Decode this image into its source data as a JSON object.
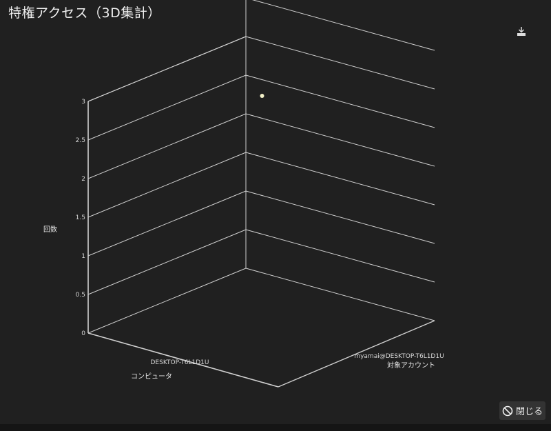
{
  "page": {
    "title": "特権アクセス（3D集計）"
  },
  "toolbar": {
    "download_icon": "download-icon"
  },
  "dialog": {
    "close_label": "閉じる",
    "close_icon": "no-entry-icon"
  },
  "colors": {
    "background": "#202020",
    "grid": "#d0d0d0",
    "point": "#f2f0c8"
  },
  "chart_data": {
    "type": "scatter3d",
    "title": "特権アクセス（3D集計）",
    "xlabel": "コンピュータ",
    "ylabel": "対象アカウント",
    "zlabel": "回数",
    "x_categories": [
      "DESKTOP-T6L1D1U"
    ],
    "y_categories": [
      "myamai@DESKTOP-T6L1D1U"
    ],
    "z_ticks": [
      0,
      0.5,
      1,
      1.5,
      2,
      2.5,
      3
    ],
    "zlim": [
      0,
      3
    ],
    "points": [
      {
        "x": "DESKTOP-T6L1D1U",
        "y": "myamai@DESKTOP-T6L1D1U",
        "z": 3
      }
    ]
  }
}
